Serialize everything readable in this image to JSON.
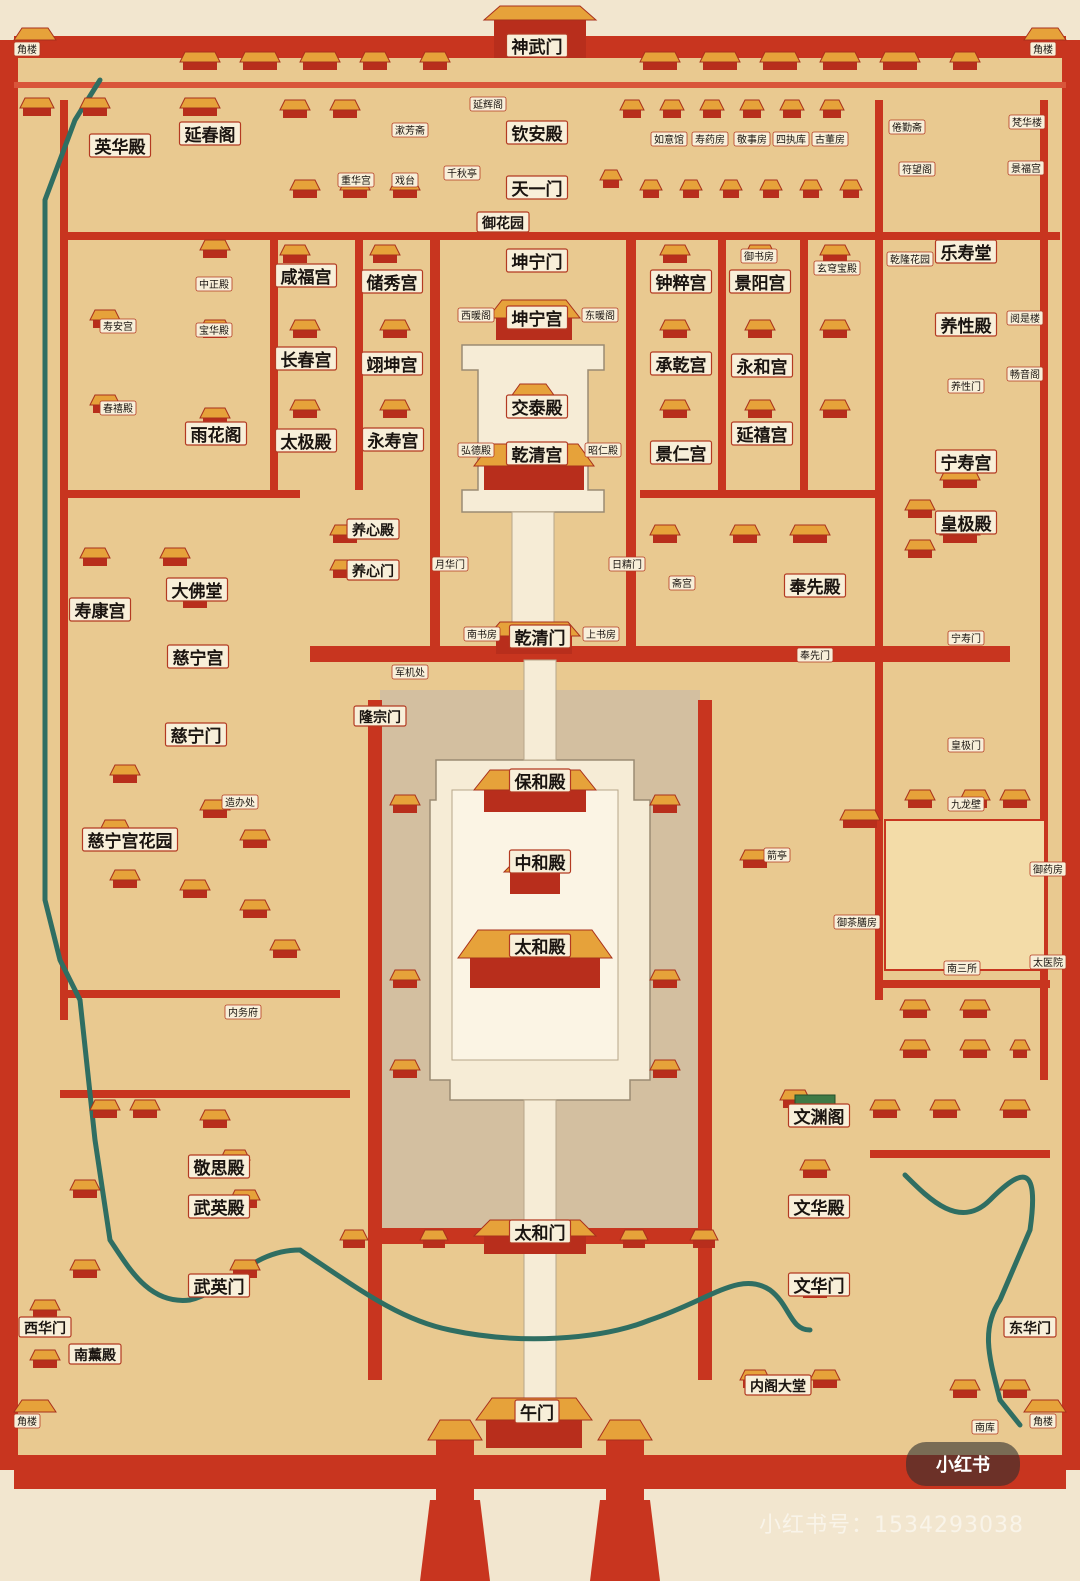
{
  "map": {
    "colors": {
      "ground": "#e9c990",
      "wall": "#c8351f",
      "roof": "#e6a23a",
      "green_roof": "#3f7a46",
      "moat": "#2f6e62",
      "court": "#d3bfa0",
      "terrace": "#f6ecd6",
      "label_plate": "#f8efd9"
    },
    "labels": {
      "shenwumen": "神武门",
      "jiaolou_nw": "角楼",
      "jiaolou_ne": "角楼",
      "jiaolou_sw": "角楼",
      "jiaolou_se": "角楼",
      "yanhuige": "延辉阁",
      "qinandian": "钦安殿",
      "shufangzhai": "漱芳斋",
      "chonghuagong": "重华宫",
      "xitai": "戏台",
      "qianqiuting": "千秋亭",
      "tianyimen": "天一门",
      "yuhuayuan": "御花园",
      "yingguan": "如意馆",
      "shouyaofang": "寿药房",
      "jingshifang": "敬事房",
      "sizhiku": "四执库",
      "gudongfang": "古董房",
      "yinghuadian": "英华殿",
      "yanchunge": "延春阁",
      "kunningmen": "坤宁门",
      "zhongcuigong": "钟粹宫",
      "yushufang": "御书房",
      "jingyanggong": "景阳宫",
      "xuanqiongbaodian": "玄穹宝殿",
      "xianfugong": "咸福宫",
      "chuxiugong": "储秀宫",
      "zhongzhengdian": "中正殿",
      "baohuadian": "宝华殿",
      "xinuange": "西暖阁",
      "kunninggong": "坤宁宫",
      "dongnuange": "东暖阁",
      "changchungong": "长春宫",
      "yikungong": "翊坤宫",
      "chengqiangong": "承乾宫",
      "yonghegong": "永和宫",
      "shouandian": "寿安宫",
      "chunxidian": "春禧殿",
      "jiaotaidian": "交泰殿",
      "hongdedian": "弘德殿",
      "qianqinggong": "乾清宫",
      "zhaorendian": "昭仁殿",
      "yuhuage": "雨花阁",
      "taijidian": "太极殿",
      "yongshougong": "永寿宫",
      "jingrengong": "景仁宫",
      "yanxigong": "延禧宫",
      "yangxindian": "养心殿",
      "yangxinmen": "养心门",
      "yuehuamen": "月华门",
      "rijingmen": "日精门",
      "zhaigong": "斋宫",
      "fengxiandian": "奉先殿",
      "shoukanggong": "寿康宫",
      "dafotang": "大佛堂",
      "cininggong": "慈宁宫",
      "nanshufang": "南书房",
      "qianqingmen": "乾清门",
      "shangshufang": "上书房",
      "fengxianmen": "奉先门",
      "junjichu": "军机处",
      "longzongmen": "隆宗门",
      "ciningmen": "慈宁门",
      "zaobanchu": "造办处",
      "baohedian": "保和殿",
      "cininggonghuayuan": "慈宁宫花园",
      "zhonghedian": "中和殿",
      "jianting": "箭亭",
      "yuchashanfang": "御茶膳房",
      "taihedian": "太和殿",
      "nanwufu": "内务府",
      "sisuozhai": "倦勤斋",
      "fanhualou": "梵华楼",
      "fuwangge": "符望阁",
      "jingfugong": "景福宫",
      "qianlonghuayuan": "乾隆花园",
      "leshoutang": "乐寿堂",
      "yangxingdian": "养性殿",
      "yueshilou": "阅是楼",
      "yangxingmen": "养性门",
      "changyinge": "畅音阁",
      "ningshougong": "宁寿宫",
      "huangjidian": "皇极殿",
      "ningshoumen": "宁寿门",
      "huangjimen": "皇极门",
      "jiulongbi": "九龙壁",
      "yuyaofang": "御药房",
      "nansansuo": "南三所",
      "taiyiyuan": "太医院",
      "wenyuange": "文渊阁",
      "jingsidian": "敬思殿",
      "wuyingdian": "武英殿",
      "taihemen": "太和门",
      "wenhuadian": "文华殿",
      "wuyingmen": "武英门",
      "wenhuamen": "文华门",
      "xihuamen": "西华门",
      "donghuamen": "东华门",
      "nanxundian": "南薰殿",
      "neigedatang": "内阁大堂",
      "wumen": "午门",
      "nanku": "南库"
    }
  },
  "overlay": {
    "badge": "小红书",
    "watermark": "小红书号：1534293038"
  }
}
